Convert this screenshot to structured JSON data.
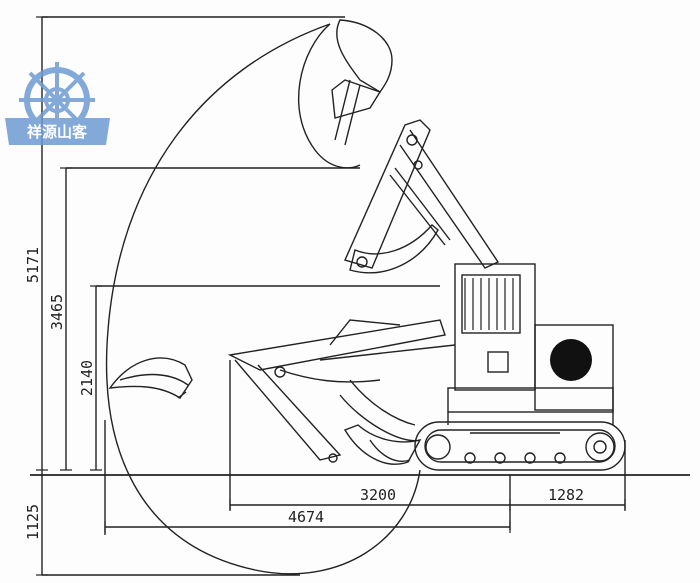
{
  "dimensions": {
    "max_height": "5171",
    "dump_height": "3465",
    "hinge_height": "2140",
    "dig_depth": "1125",
    "boom_reach": "3200",
    "tail_length": "1282",
    "ground_reach": "4674"
  },
  "watermark": {
    "text": "祥源山客",
    "icon": "ship-wheel-icon"
  },
  "colors": {
    "line": "#222222",
    "watermark": "#6d9bd1"
  }
}
